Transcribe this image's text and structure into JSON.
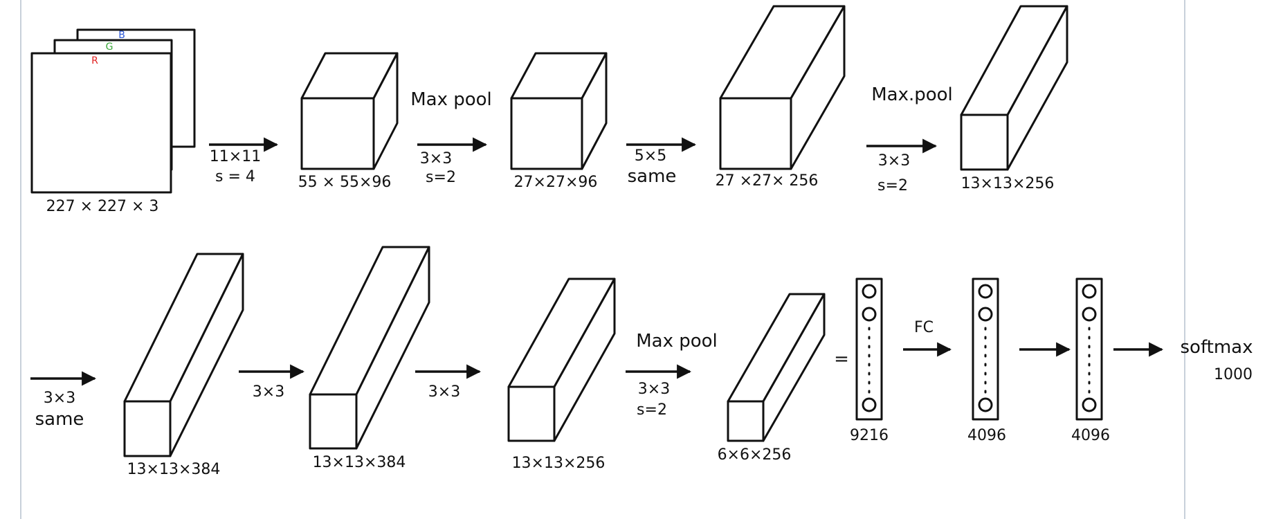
{
  "input": {
    "channels": {
      "r": "R",
      "g": "G",
      "b": "B"
    },
    "channel_colors": {
      "r": "#e02020",
      "g": "#3aa63a",
      "b": "#2a56d6"
    },
    "size": "227 × 227 × 3"
  },
  "row1": {
    "conv1": {
      "kernel": "11×11",
      "stride": "s = 4",
      "output": "55 × 55×96"
    },
    "pool1": {
      "title": "Max pool",
      "kernel": "3×3",
      "stride": "s=2",
      "output": "27×27×96"
    },
    "conv2": {
      "kernel": "5×5",
      "padding": "same",
      "output": "27 ×27× 256"
    },
    "pool2": {
      "title": "Max.pool",
      "kernel": "3×3",
      "stride": "s=2",
      "output": "13×13×256"
    }
  },
  "row2": {
    "conv3": {
      "kernel": "3×3",
      "padding": "same",
      "output": "13×13×384"
    },
    "conv4": {
      "kernel": "3×3",
      "output": "13×13×384"
    },
    "conv5": {
      "kernel": "3×3",
      "output": "13×13×256"
    },
    "pool3": {
      "title": "Max pool",
      "kernel": "3×3",
      "stride": "s=2",
      "output": "6×6×256"
    },
    "equals": "=",
    "flatten": {
      "units": "9216"
    },
    "fc_label": "FC",
    "fc1": {
      "units": "4096"
    },
    "fc2": {
      "units": "4096"
    },
    "softmax": {
      "label": "softmax",
      "units": "1000"
    }
  }
}
